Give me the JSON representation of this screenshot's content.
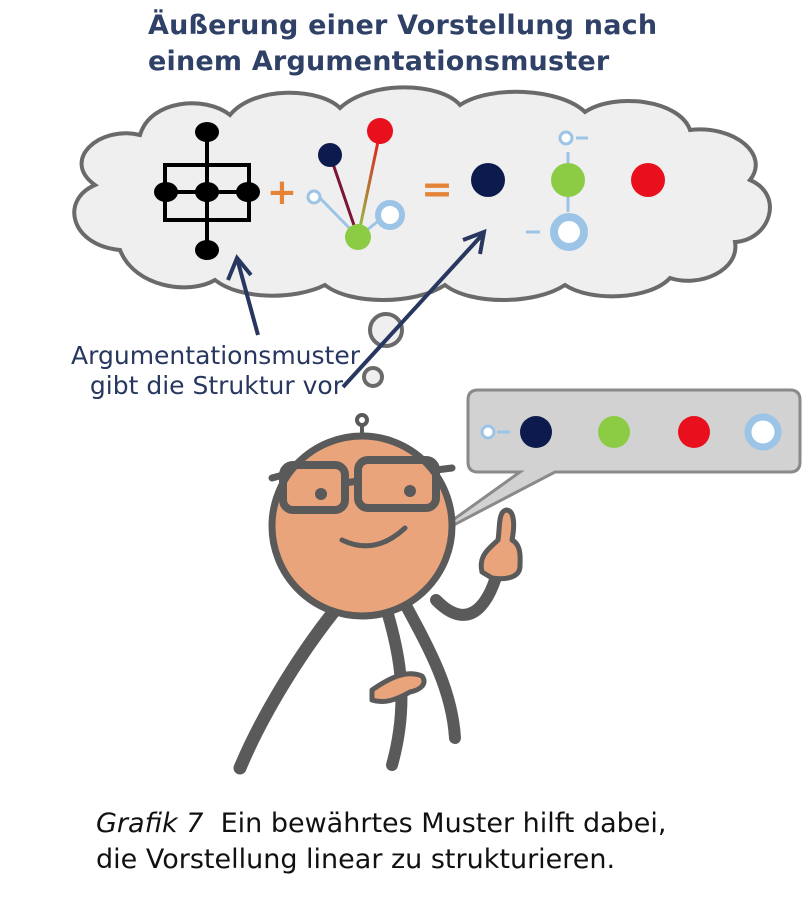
{
  "title": {
    "line1": "Äußerung einer Vorstellung nach",
    "line2": "einem Argumentationsmuster"
  },
  "annotation": {
    "line1": "Argumentationsmuster",
    "line2": "gibt die Struktur vor"
  },
  "caption": {
    "label": "Grafik 7",
    "line1": "Ein bewährtes Muster hilft dabei,",
    "line2": "die Vorstellung linear zu strukturieren."
  },
  "symbols": {
    "plus": "+",
    "equals": "="
  },
  "colors": {
    "navy_node": "#0d1a4d",
    "green_node": "#8ccc45",
    "red_node": "#e8101c",
    "light_blue": "#9cc4e6",
    "orange": "#e58437",
    "cloud_fill": "#efefef",
    "cloud_stroke": "#6a6a6a",
    "skin": "#e9a47c",
    "outline": "#5a5a5a",
    "text_blue": "#2f4167"
  },
  "icons": [
    "thought-cloud",
    "tree-structure-icon",
    "connection-star-icon",
    "linear-chain-icon",
    "thinking-person",
    "speech-bubble"
  ]
}
